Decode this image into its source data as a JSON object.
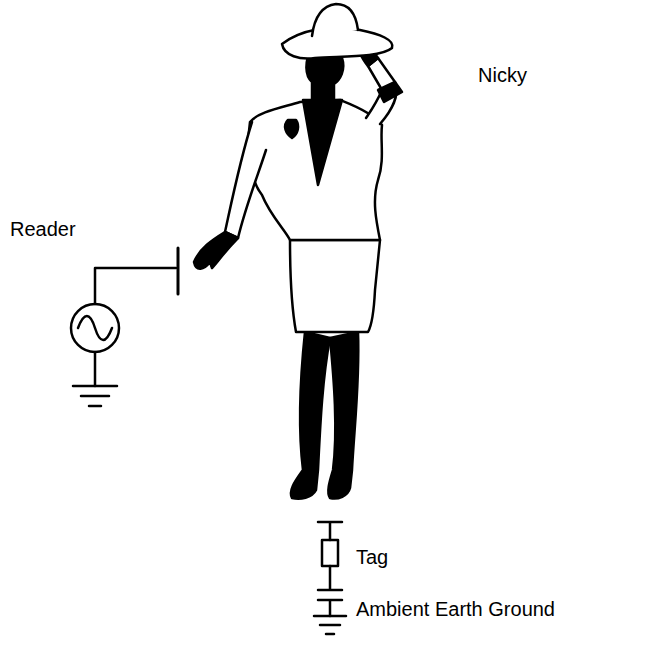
{
  "diagram": {
    "labels": [
      "Nicky",
      "Reader",
      "Tag",
      "Ambient Earth Ground"
    ]
  }
}
